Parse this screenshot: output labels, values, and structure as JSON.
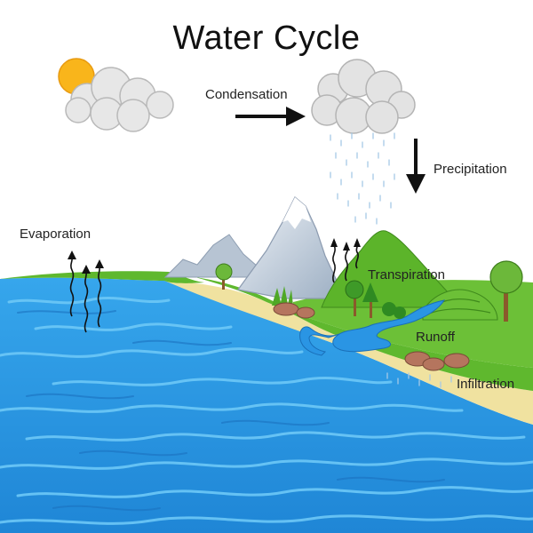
{
  "title": "Water Cycle",
  "labels": {
    "condensation": "Condensation",
    "precipitation": "Precipitation",
    "evaporation": "Evaporation",
    "transpiration": "Transpiration",
    "runoff": "Runoff",
    "infiltration": "Infiltration"
  },
  "colors": {
    "sun": "#f9b51b",
    "cloud": "#e6e6e6",
    "water": "#2a95e4",
    "water_light": "#5fc2f5",
    "sand": "#f0e2a0",
    "grass": "#5fb82e",
    "mountain": "#c9d3df",
    "rain": "#9ec6e8"
  }
}
